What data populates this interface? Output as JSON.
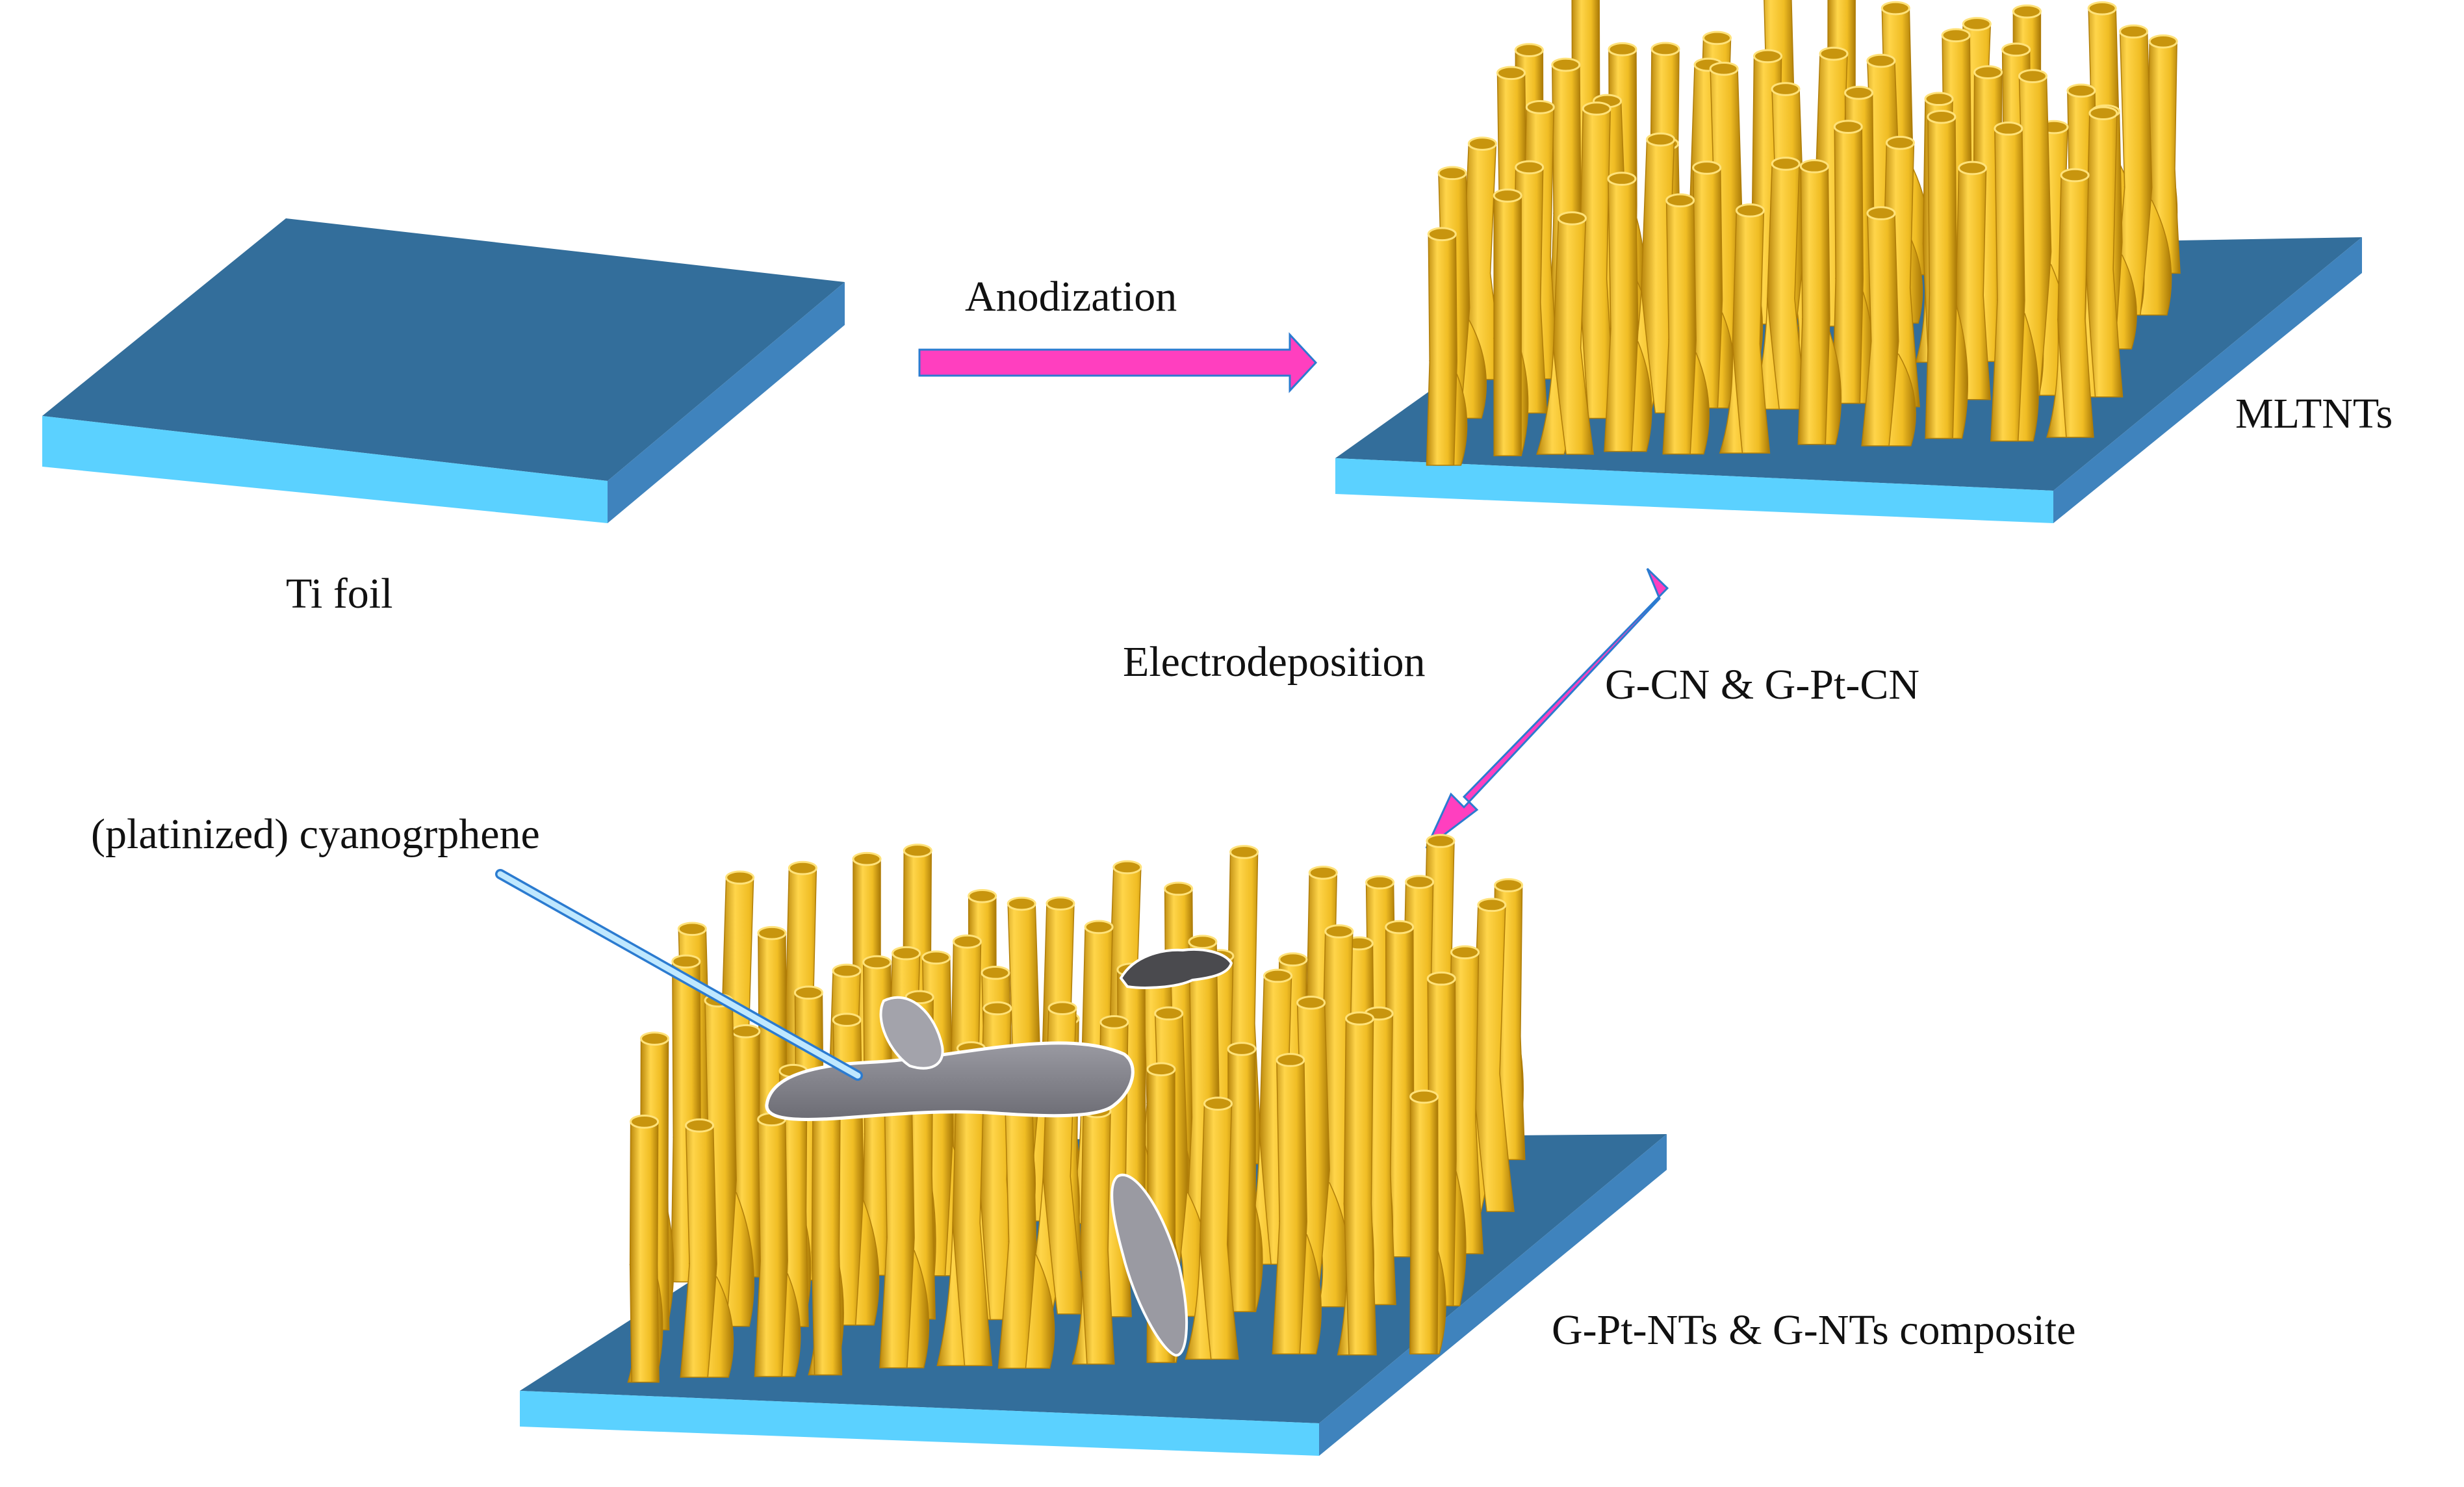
{
  "labels": {
    "ti_foil": "Ti foil",
    "anodization": "Anodization",
    "mltnts": "MLTNTs",
    "electrodeposition": "Electrodeposition",
    "gcn_gptcn": "G-CN & G-Pt-CN",
    "cyanographene": "(platinized) cyanogrphene",
    "composite": "G-Pt-NTs & G-NTs composite"
  },
  "colors": {
    "slab_top": "#336e9b",
    "slab_front": "#5bd1ff",
    "slab_side": "#3f83bd",
    "arrow": "#ff3fbf",
    "nanotube": "#f2c230",
    "nanotube_shade": "#c8950e",
    "sheet": "#7b7b85",
    "sheet_light": "#a3a3ab",
    "sheet_dark": "#4a4a4e",
    "pointer": "#bfe8ff"
  }
}
